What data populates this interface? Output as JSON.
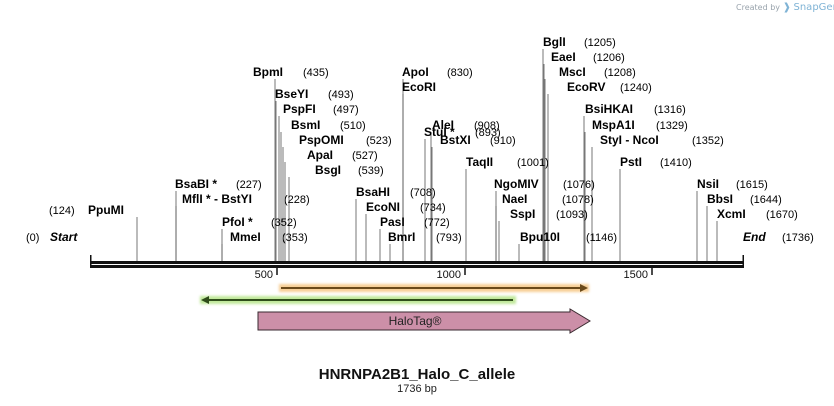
{
  "credit": {
    "prefix": "Created by",
    "brand": "SnapGene"
  },
  "map": {
    "name": "HNRNPA2B1_Halo_C_allele",
    "length_label": "1736 bp",
    "length": 1736,
    "start": {
      "label": "Start",
      "pos": "(0)"
    },
    "end": {
      "label": "End",
      "pos": "(1736)"
    },
    "ruler_ticks": [
      "500",
      "1000",
      "1500"
    ],
    "sites": [
      {
        "name": "PpuMI",
        "pos": "(124)"
      },
      {
        "name": "BsaBI *",
        "pos": "(227)"
      },
      {
        "name": "MflI * - BstYI",
        "pos": "(228)"
      },
      {
        "name": "PfoI *",
        "pos": "(352)"
      },
      {
        "name": "MmeI",
        "pos": "(353)"
      },
      {
        "name": "BpmI",
        "pos": "(435)"
      },
      {
        "name": "BseYI",
        "pos": "(493)"
      },
      {
        "name": "PspFI",
        "pos": "(497)"
      },
      {
        "name": "BsmI",
        "pos": "(510)"
      },
      {
        "name": "PspOMI",
        "pos": "(523)"
      },
      {
        "name": "ApaI",
        "pos": "(527)"
      },
      {
        "name": "BsgI",
        "pos": "(539)"
      },
      {
        "name": "BsaHI",
        "pos": "(708)"
      },
      {
        "name": "EcoNI",
        "pos": "(734)"
      },
      {
        "name": "PasI",
        "pos": "(772)"
      },
      {
        "name": "BmrI",
        "pos": "(793)"
      },
      {
        "name": "ApoI",
        "pos": "(830)"
      },
      {
        "name": "EcoRI",
        "pos": ""
      },
      {
        "name": "StuI *",
        "pos": "(893)"
      },
      {
        "name": "AleI",
        "pos": "(908)"
      },
      {
        "name": "BstXI",
        "pos": "(910)"
      },
      {
        "name": "TaqII",
        "pos": "(1001)"
      },
      {
        "name": "NgoMIV",
        "pos": "(1076)"
      },
      {
        "name": "NaeI",
        "pos": "(1078)"
      },
      {
        "name": "SspI",
        "pos": "(1093)"
      },
      {
        "name": "Bpu10I",
        "pos": "(1146)"
      },
      {
        "name": "BglI",
        "pos": "(1205)"
      },
      {
        "name": "EaeI",
        "pos": "(1206)"
      },
      {
        "name": "MscI",
        "pos": "(1208)"
      },
      {
        "name": "EcoRV",
        "pos": "(1240)"
      },
      {
        "name": "BsiHKAI",
        "pos": "(1316)"
      },
      {
        "name": "MspA1I",
        "pos": "(1329)"
      },
      {
        "name": "StyI  - NcoI",
        "pos": "(1352)"
      },
      {
        "name": "PstI",
        "pos": "(1410)"
      },
      {
        "name": "NsiI",
        "pos": "(1615)"
      },
      {
        "name": "BbsI",
        "pos": "(1644)"
      },
      {
        "name": "XcmI",
        "pos": "(1670)"
      }
    ],
    "features": [
      {
        "name": "HaloTag®",
        "color": "#cc8fa8"
      },
      {
        "name": "",
        "color": "#f0b35a"
      },
      {
        "name": "",
        "color": "#9bd36b"
      }
    ]
  }
}
